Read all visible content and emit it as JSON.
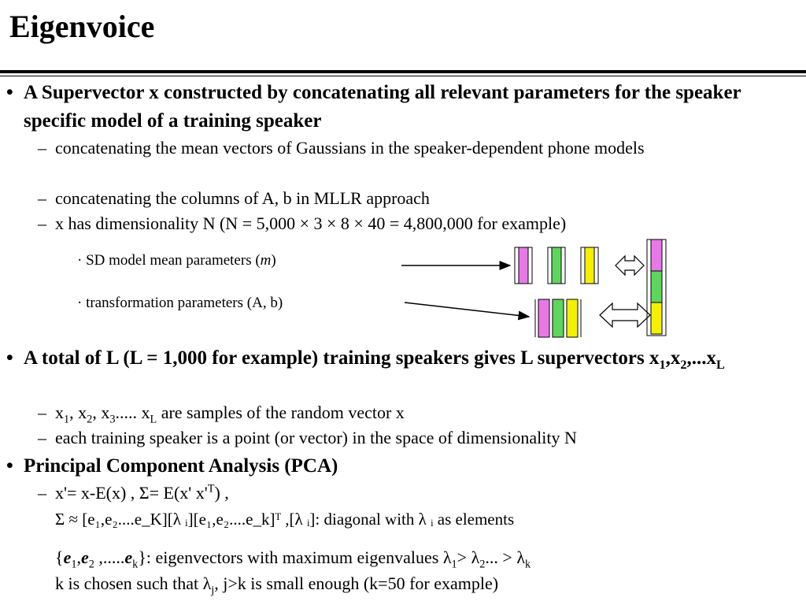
{
  "title": "Eigenvoice",
  "bullets": {
    "b1": "A Supervector x constructed by concatenating all relevant parameters for the speaker specific model of a training speaker",
    "b1_sub1": "concatenating the mean vectors of Gaussians in the speaker-dependent phone models",
    "b1_sub2": "concatenating the columns of A, b in MLLR approach",
    "b1_sub3": "x has dimensionality N (N = 5,000 × 3 × 8 × 40 = 4,800,000 for example)",
    "diag_label1_pre": "SD model mean parameters (",
    "diag_label1_var": "m",
    "diag_label1_post": ")",
    "diag_label2": "transformation parameters (A, b)",
    "b2_pre": "A total of L (L = 1,000 for example) training speakers gives L supervectors x",
    "b2_s1": "1",
    "b2_mid1": ",x",
    "b2_s2": "2",
    "b2_mid2": ",...x",
    "b2_sL": "L",
    "b2_sub1_a": "x",
    "b2_sub1_s1": "1",
    "b2_sub1_b": ", x",
    "b2_sub1_s2": "2",
    "b2_sub1_c": ", x",
    "b2_sub1_s3": "3",
    "b2_sub1_d": "..... x",
    "b2_sub1_sL": "L",
    "b2_sub1_e": " are samples of the random vector x",
    "b2_sub2": "each training speaker is a point (or vector) in the space of dimensionality N",
    "b3": "Principal Component Analysis (PCA)",
    "b3_sub1_a": "x'= x-E(x)  ,  Σ= E(x' x'",
    "b3_sub1_sup": "T",
    "b3_sub1_b": ")  ,",
    "eq_line": "Σ ≈ [e₁,e₂....e_K][λ ᵢ][e₁,e₂....e_k]ᵀ    ,[λ ᵢ]: diagonal with λ ᵢ as elements",
    "eig_a": "{",
    "eig_e1": "e",
    "eig_s1": "1",
    "eig_comma": ",",
    "eig_e2": "e",
    "eig_s2": "2",
    "eig_dots": " ,.....",
    "eig_ek": "e",
    "eig_sk": "k",
    "eig_b": "}: eigenvectors with maximum eigenvalues λ",
    "eig_l1": "1",
    "eig_c": "> λ",
    "eig_l2": "2",
    "eig_d": "... > λ",
    "eig_lk": "k",
    "k_a": "k is chosen such that λ",
    "k_sj": "j",
    "k_b": ", j>k is small enough (k=50 for example)"
  },
  "colors": {
    "magenta": "#e878e8",
    "green": "#5ed65e",
    "yellow": "#f5f000"
  }
}
